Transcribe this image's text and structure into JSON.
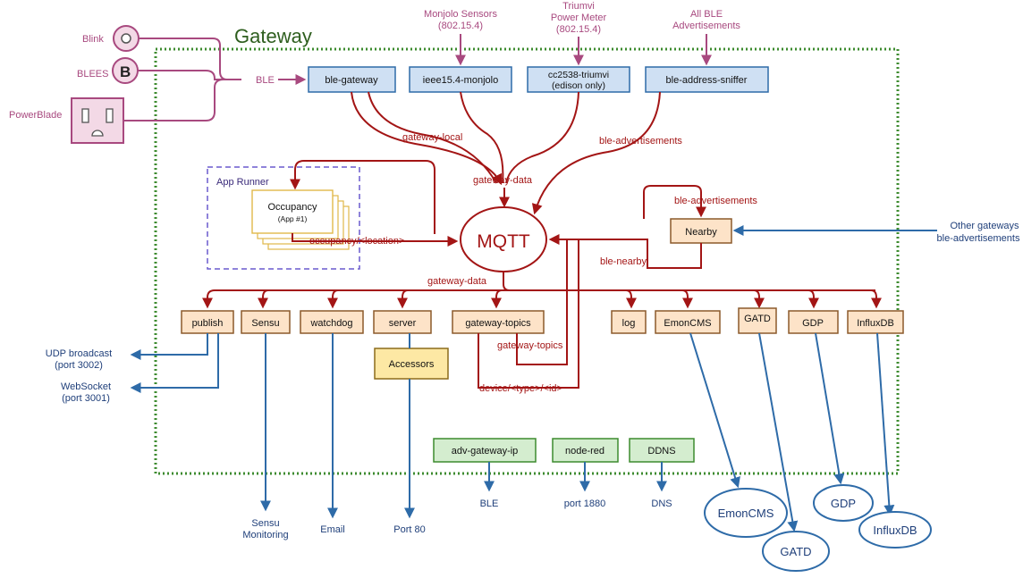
{
  "title": "Gateway",
  "colors": {
    "red": "#a31515",
    "blue": "#2e6ba8",
    "pink": "#a8497f",
    "green": "#3d8b2f",
    "purple": "#6a5acd"
  },
  "devices": {
    "blink": "Blink",
    "blees": "BLEES",
    "blees_letter": "B",
    "powerblade": "PowerBlade",
    "ble": "BLE"
  },
  "sources": {
    "monjolo_l1": "Monjolo Sensors",
    "monjolo_l2": "(802.15.4)",
    "triumvi_l1": "Triumvi",
    "triumvi_l2": "Power Meter",
    "triumvi_l3": "(802.15.4)",
    "allble_l1": "All BLE",
    "allble_l2": "Advertisements"
  },
  "top_boxes": {
    "ble_gateway": "ble-gateway",
    "monjolo": "ieee15.4-monjolo",
    "triumvi_l1": "cc2538-triumvi",
    "triumvi_l2": "(edison only)",
    "sniffer": "ble-address-sniffer"
  },
  "wires": {
    "gateway_local": "gateway-local",
    "gateway_data_top": "gateway-data",
    "ble_adv_top": "ble-advertisements",
    "ble_adv_nearby": "ble-advertisements",
    "occupancy": "occupancy/<location>",
    "ble_nearby": "ble-nearby",
    "gateway_data_mid": "gateway-data",
    "gateway_topics": "gateway-topics",
    "device_topic": "device/<type>/<id>"
  },
  "app_runner": {
    "title": "App Runner",
    "occupancy": "Occupancy",
    "occupancy_sub": "(App #1)"
  },
  "mqtt": "MQTT",
  "nearby": "Nearby",
  "other_gateways_l1": "Other gateways",
  "other_gateways_l2": "ble-advertisements",
  "bottom_boxes": {
    "publish": "publish",
    "sensu": "Sensu",
    "watchdog": "watchdog",
    "server": "server",
    "gateway_topics": "gateway-topics",
    "log": "log",
    "emoncms": "EmonCMS",
    "gatd": "GATD",
    "gdp": "GDP",
    "influxdb": "InfluxDB",
    "accessors": "Accessors"
  },
  "services": {
    "adv_gateway_ip": "adv-gateway-ip",
    "node_red": "node-red",
    "ddns": "DDNS"
  },
  "outputs": {
    "udp_l1": "UDP broadcast",
    "udp_l2": "(port 3002)",
    "ws_l1": "WebSocket",
    "ws_l2": "(port 3001)",
    "sensu_l1": "Sensu",
    "sensu_l2": "Monitoring",
    "email": "Email",
    "port80": "Port 80",
    "ble": "BLE",
    "port1880": "port 1880",
    "dns": "DNS"
  },
  "clouds": {
    "emoncms": "EmonCMS",
    "gatd": "GATD",
    "gdp": "GDP",
    "influxdb": "InfluxDB"
  }
}
